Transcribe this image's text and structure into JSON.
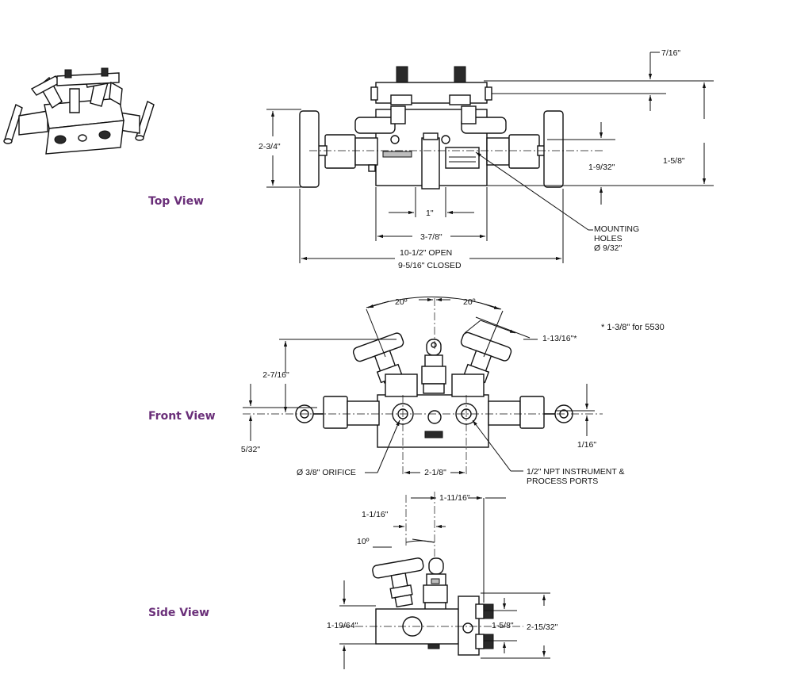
{
  "views": {
    "top": "Top View",
    "front": "Front View",
    "side": "Side View"
  },
  "top_view": {
    "d_7_16": "7/16\"",
    "d_2_3_4": "2-3/4\"",
    "d_1_9_32": "1-9/32\"",
    "d_1_5_8": "1-5/8\"",
    "d_1": "1\"",
    "d_3_7_8": "3-7/8\"",
    "d_open": "10-1/2\" OPEN",
    "d_closed": "9-5/16\" CLOSED",
    "mounting_1": "MOUNTING",
    "mounting_2": "HOLES",
    "mounting_3": "Ø 9/32\""
  },
  "front_view": {
    "angle_left": "20º",
    "angle_right": "20º",
    "d_1_13_16": "1-13/16\"*",
    "note": "* 1-3/8\" for 5530",
    "d_2_7_16": "2-7/16\"",
    "d_5_32": "5/32\"",
    "d_1_16": "1/16\"",
    "orifice": "Ø 3/8\" ORIFICE",
    "d_2_1_8": "2-1/8\"",
    "ports_1": "1/2\" NPT INSTRUMENT &",
    "ports_2": "PROCESS PORTS"
  },
  "side_view": {
    "d_1_11_16": "1-11/16\"",
    "d_1_1_16": "1-1/16\"",
    "angle": "10º",
    "d_1_19_64": "1-19/64\"",
    "d_1_5_8": "1-5/8\"",
    "d_2_15_32": "2-15/32\""
  }
}
